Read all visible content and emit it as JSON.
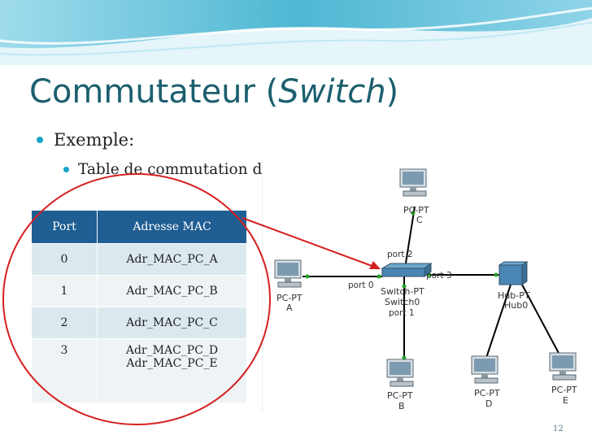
{
  "slide": {
    "title_main": "Commutateur (",
    "title_italic": "Switch",
    "title_end": ")",
    "bullet_1": "Exemple:",
    "bullet_2": "Table de commutation du switcho",
    "page_number": "12"
  },
  "table": {
    "headers": [
      "Port",
      "Adresse MAC"
    ],
    "rows": [
      {
        "port": "0",
        "mac": "Adr_MAC_PC_A"
      },
      {
        "port": "1",
        "mac": "Adr_MAC_PC_B"
      },
      {
        "port": "2",
        "mac": "Adr_MAC_PC_C"
      },
      {
        "port": "3",
        "mac": "Adr_MAC_PC_D",
        "mac2": "Adr_MAC_PC_E"
      }
    ]
  },
  "diagram": {
    "switch_label": "Switch-PT",
    "switch_name": "Switch0",
    "hub_label": "Hub-PT",
    "hub_name": "Hub0",
    "ports": {
      "p0": "port 0",
      "p1": "port 1",
      "p2": "port 2",
      "p3": "port 3"
    },
    "pcs": {
      "a": {
        "type": "PC-PT",
        "name": "A"
      },
      "b": {
        "type": "PC-PT",
        "name": "B"
      },
      "c": {
        "type": "PC-PT",
        "name": "C"
      },
      "d": {
        "type": "PC-PT",
        "name": "D"
      },
      "e": {
        "type": "PC-PT",
        "name": "E"
      }
    }
  },
  "colors": {
    "title": "#1b5f6f",
    "bullet": "#19a3c6",
    "table_header": "#1f5e93",
    "annotation": "#d62020"
  }
}
